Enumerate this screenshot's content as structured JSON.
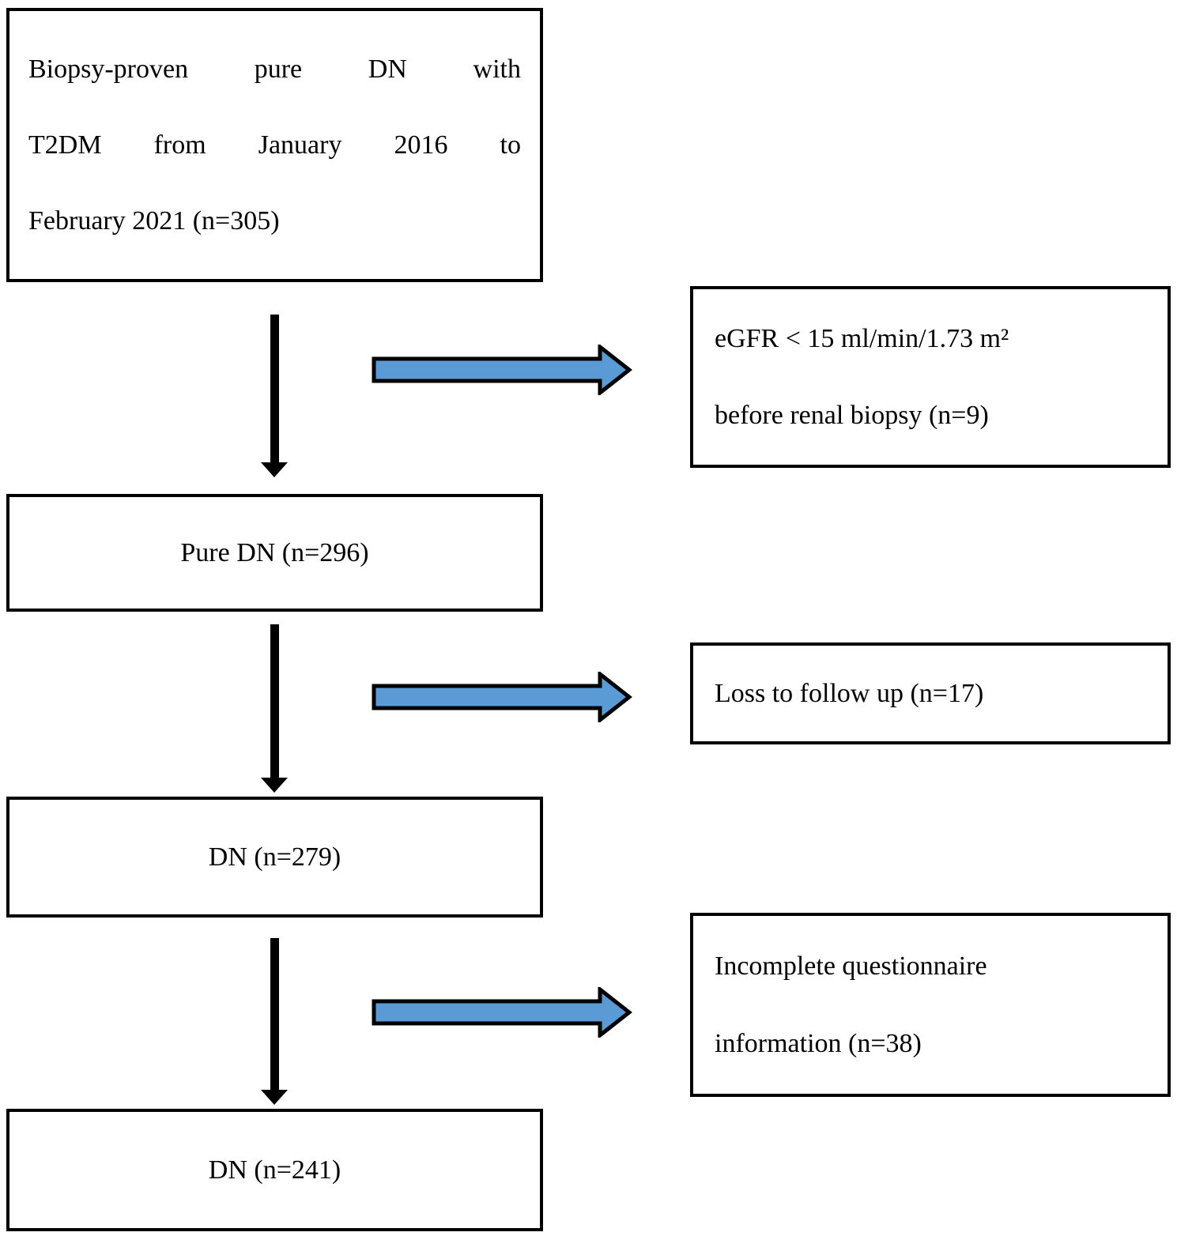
{
  "diagram": {
    "type": "flowchart",
    "description": "Patient selection flow diagram",
    "colors": {
      "background": "#FFFFFF",
      "box_border": "#000000",
      "text": "#000000",
      "down_arrow": "#000000",
      "exclusion_arrow_fill": "#5B9BD5",
      "exclusion_arrow_outline": "#000000"
    },
    "flow_boxes": [
      {
        "id": "start",
        "lines": [
          "Biopsy-proven pure DN with",
          "T2DM from January 2016 to",
          "February 2021 (n=305)"
        ],
        "n": 305
      },
      {
        "id": "pure-dn",
        "lines": [
          "Pure DN (n=296)"
        ],
        "n": 296
      },
      {
        "id": "dn-279",
        "lines": [
          "DN (n=279)"
        ],
        "n": 279
      },
      {
        "id": "dn-241",
        "lines": [
          "DN (n=241)"
        ],
        "n": 241
      }
    ],
    "exclusion_boxes": [
      {
        "id": "egfr-exclusion",
        "lines": [
          "eGFR < 15 ml/min/1.73 m²",
          "before renal biopsy (n=9)"
        ],
        "n": 9
      },
      {
        "id": "loss-to-follow-up",
        "lines": [
          "Loss to follow up (n=17)"
        ],
        "n": 17
      },
      {
        "id": "incomplete-questionnaire",
        "lines": [
          "Incomplete questionnaire",
          "information (n=38)"
        ],
        "n": 38
      }
    ]
  }
}
